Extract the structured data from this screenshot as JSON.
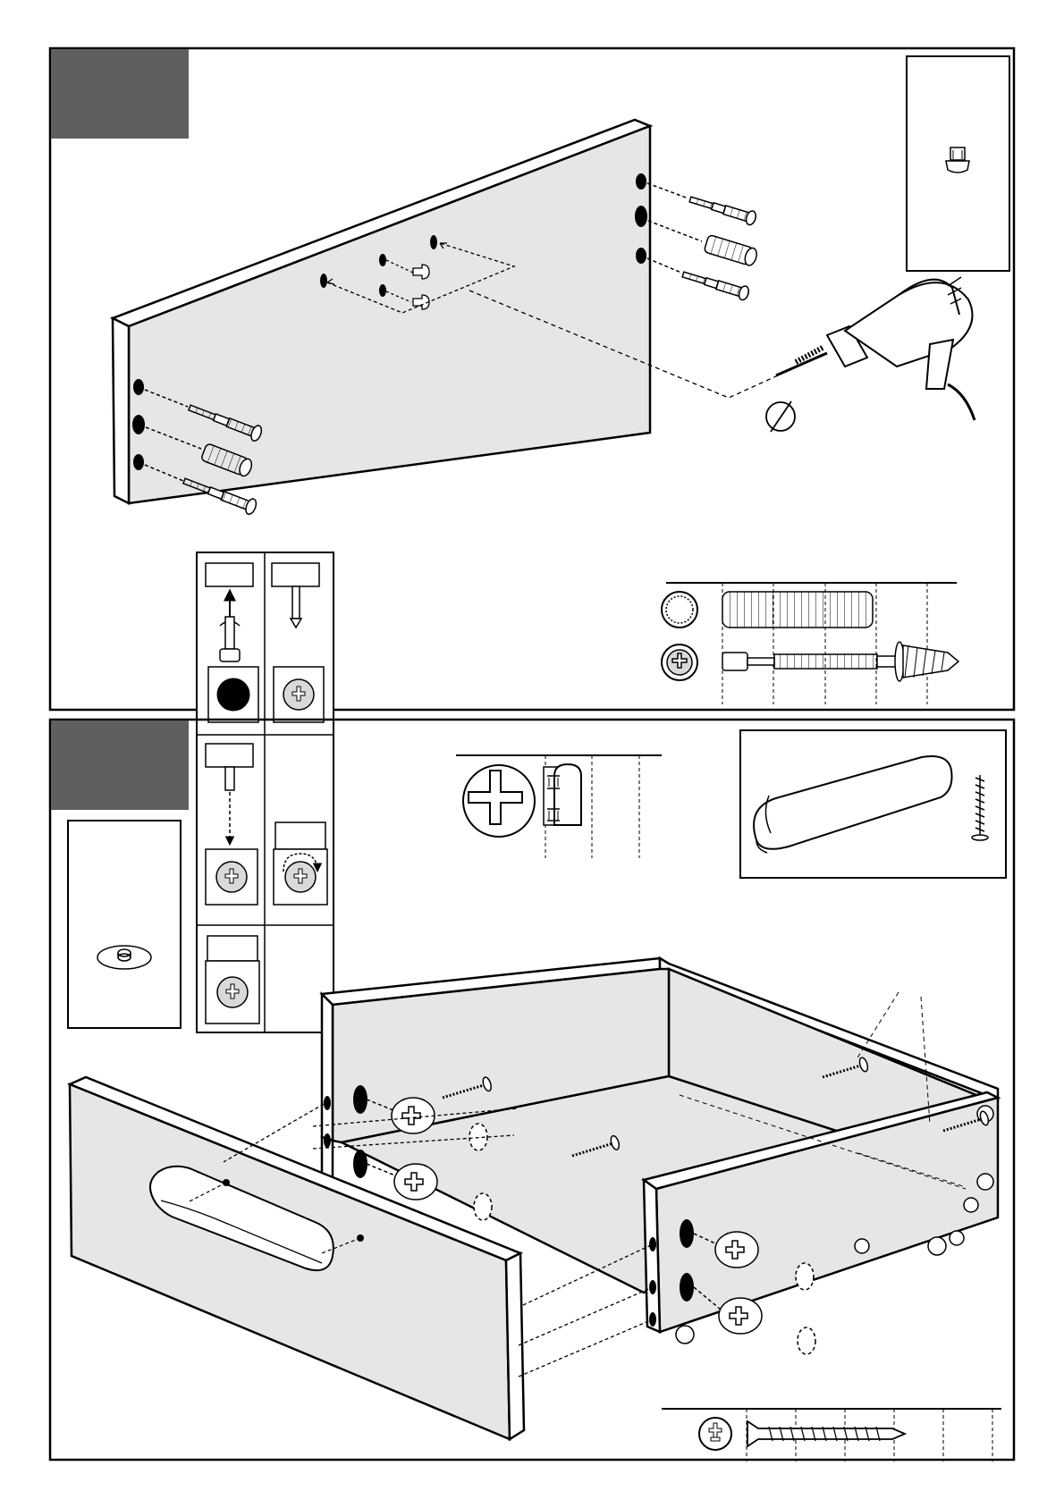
{
  "document": {
    "type": "assembly-instructions",
    "colors": {
      "ink": "#000000",
      "panel_fill": "#e6e6e6",
      "panel_edge": "#ffffff",
      "step_badge": "#5f5f5f",
      "hardware_fill": "#d9d9d9"
    }
  },
  "steps": [
    {
      "id": "step-1",
      "badge_label": "",
      "parts": [
        "back-panel",
        "cam-bolt",
        "wooden-dowel",
        "drawer-stop-bolt"
      ],
      "callouts": [
        "glide-stud-detail",
        "drill-tool",
        "drill-size-symbol",
        "hardware-scale-chart-1",
        "cam-lock-instructions"
      ]
    },
    {
      "id": "step-2",
      "badge_label": "",
      "parts": [
        "drawer-front",
        "drawer-box",
        "handle",
        "cam-lock",
        "wood-screw"
      ],
      "callouts": [
        "washer-detail",
        "handle-detail",
        "hardware-scale-chart-2",
        "screw-scale-chart"
      ]
    }
  ],
  "icons": [
    "drill-icon",
    "cam-lock-icon",
    "phillips-head-icon",
    "screw-icon",
    "dowel-icon",
    "washer-icon",
    "handle-icon",
    "rotate-arrow-icon"
  ],
  "labels": {
    "drill_symbol": "Ø",
    "drill_symbol_value": ""
  }
}
